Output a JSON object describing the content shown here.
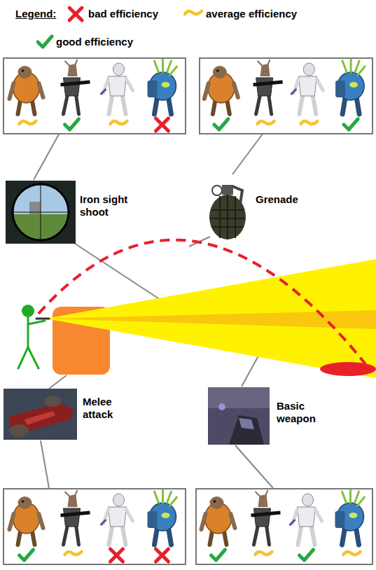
{
  "diagram": {
    "nodes": [
      {
        "text": [
          "Iron sight shoot"
        ]
      },
      {
        "text": [
          "Grenade"
        ]
      },
      {
        "text": [
          "Melee attack"
        ]
      },
      {
        "text": [
          "Basic weapon"
        ]
      }
    ],
    "labels": [
      "Legend:"
    ],
    "legend": [
      {
        "text": "bad efficiency"
      },
      {
        "text": "average efficiency"
      },
      {
        "text": "good efficiency"
      }
    ]
  }
}
